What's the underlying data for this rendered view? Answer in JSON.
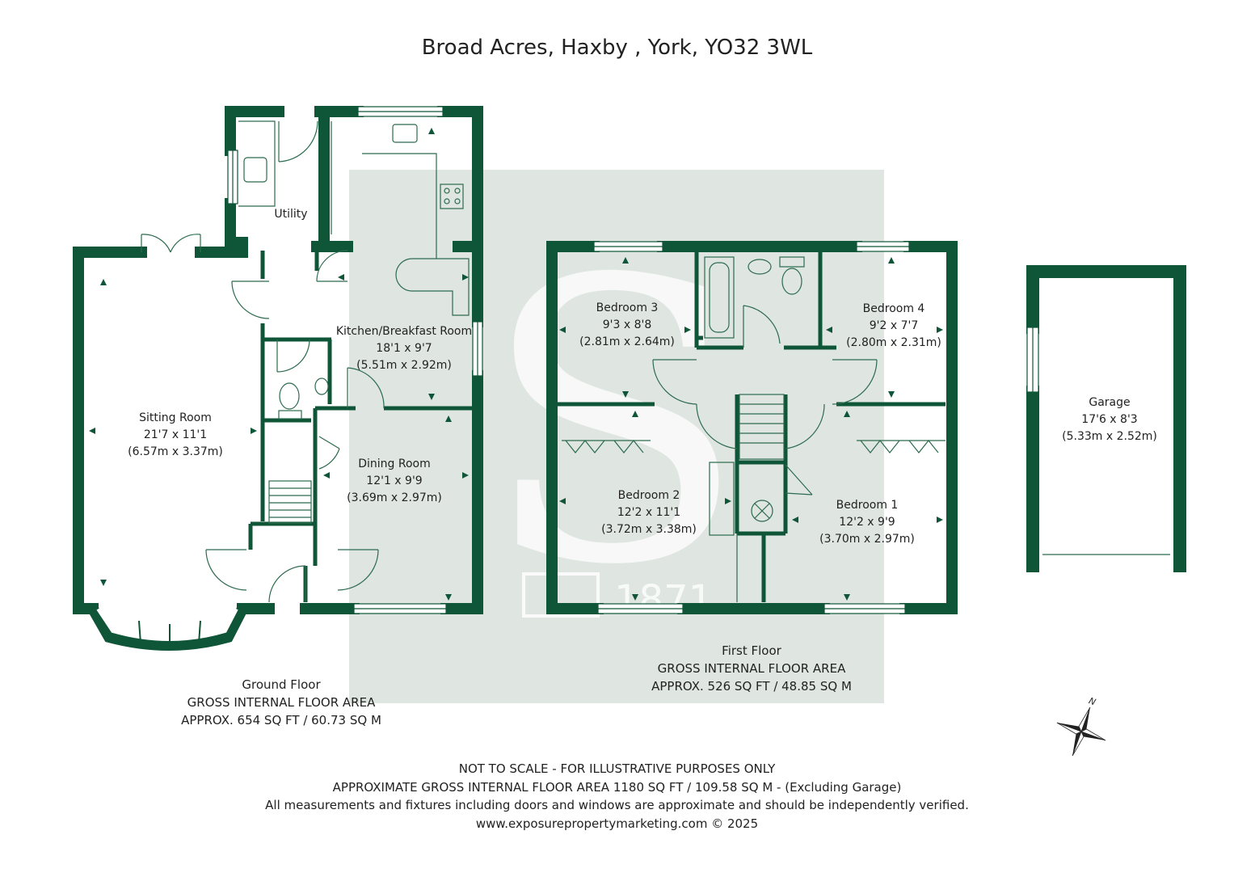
{
  "title": "Broad Acres, Haxby , York, YO32 3WL",
  "colors": {
    "wall": "#0f5537",
    "line": "#2c6b4e",
    "watermark": "#dfe6e2",
    "text": "#222222"
  },
  "watermark": {
    "letter": "S",
    "established": "1871"
  },
  "ground_floor": {
    "name": "Ground Floor",
    "area_label": "GROSS INTERNAL FLOOR AREA",
    "area": "APPROX. 654 SQ FT / 60.73 SQ M",
    "rooms": {
      "utility": {
        "name": "Utility"
      },
      "kitchen": {
        "name": "Kitchen/Breakfast Room",
        "imperial": "18'1 x 9'7",
        "metric": "(5.51m x 2.92m)"
      },
      "sitting": {
        "name": "Sitting Room",
        "imperial": "21'7 x 11'1",
        "metric": "(6.57m x 3.37m)"
      },
      "dining": {
        "name": "Dining Room",
        "imperial": "12'1 x 9'9",
        "metric": "(3.69m x 2.97m)"
      }
    }
  },
  "first_floor": {
    "name": "First Floor",
    "area_label": "GROSS INTERNAL FLOOR AREA",
    "area": "APPROX. 526 SQ FT / 48.85 SQ M",
    "rooms": {
      "bedroom3": {
        "name": "Bedroom 3",
        "imperial": "9'3 x 8'8",
        "metric": "(2.81m x 2.64m)"
      },
      "bedroom4": {
        "name": "Bedroom 4",
        "imperial": "9'2 x 7'7",
        "metric": "(2.80m x 2.31m)"
      },
      "bedroom2": {
        "name": "Bedroom 2",
        "imperial": "12'2 x 11'1",
        "metric": "(3.72m x 3.38m)"
      },
      "bedroom1": {
        "name": "Bedroom 1",
        "imperial": "12'2 x 9'9",
        "metric": "(3.70m x 2.97m)"
      }
    }
  },
  "garage": {
    "name": "Garage",
    "imperial": "17'6 x 8'3",
    "metric": "(5.33m x 2.52m)"
  },
  "compass": {
    "north_label": "N"
  },
  "footer": {
    "line1": "NOT TO SCALE - FOR ILLUSTRATIVE PURPOSES ONLY",
    "line2": "APPROXIMATE GROSS INTERNAL FLOOR AREA 1180 SQ FT / 109.58 SQ M - (Excluding Garage)",
    "line3": "All measurements and fixtures including doors and windows are approximate and should be independently verified.",
    "line4": "www.exposurepropertymarketing.com © 2025"
  }
}
